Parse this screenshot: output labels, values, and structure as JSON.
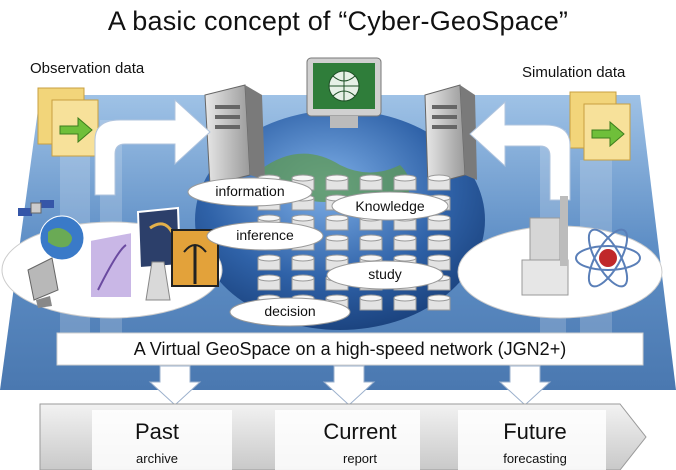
{
  "title": "A basic concept of “Cyber-GeoSpace”",
  "left_source": {
    "label": "Observation data"
  },
  "right_source": {
    "label": "Simulation data"
  },
  "concepts": [
    {
      "label": "information"
    },
    {
      "label": "Knowledge"
    },
    {
      "label": "inference"
    },
    {
      "label": "study"
    },
    {
      "label": "decision"
    }
  ],
  "network_banner": {
    "label": "A Virtual GeoSpace on a high-speed network (JGN2+)"
  },
  "timeline": [
    {
      "title": "Past",
      "subtitle": "archive"
    },
    {
      "title": "Current",
      "subtitle": "report"
    },
    {
      "title": "Future",
      "subtitle": "forecasting"
    }
  ],
  "colors": {
    "background_blue": "#6f9fd0",
    "globe_blue": "#2f62a8",
    "document_yellow": "#f2d57a",
    "arrow_green": "#6fbf3a",
    "banner_white": "#ffffff",
    "timeline_gray": "#d9d9d9"
  }
}
